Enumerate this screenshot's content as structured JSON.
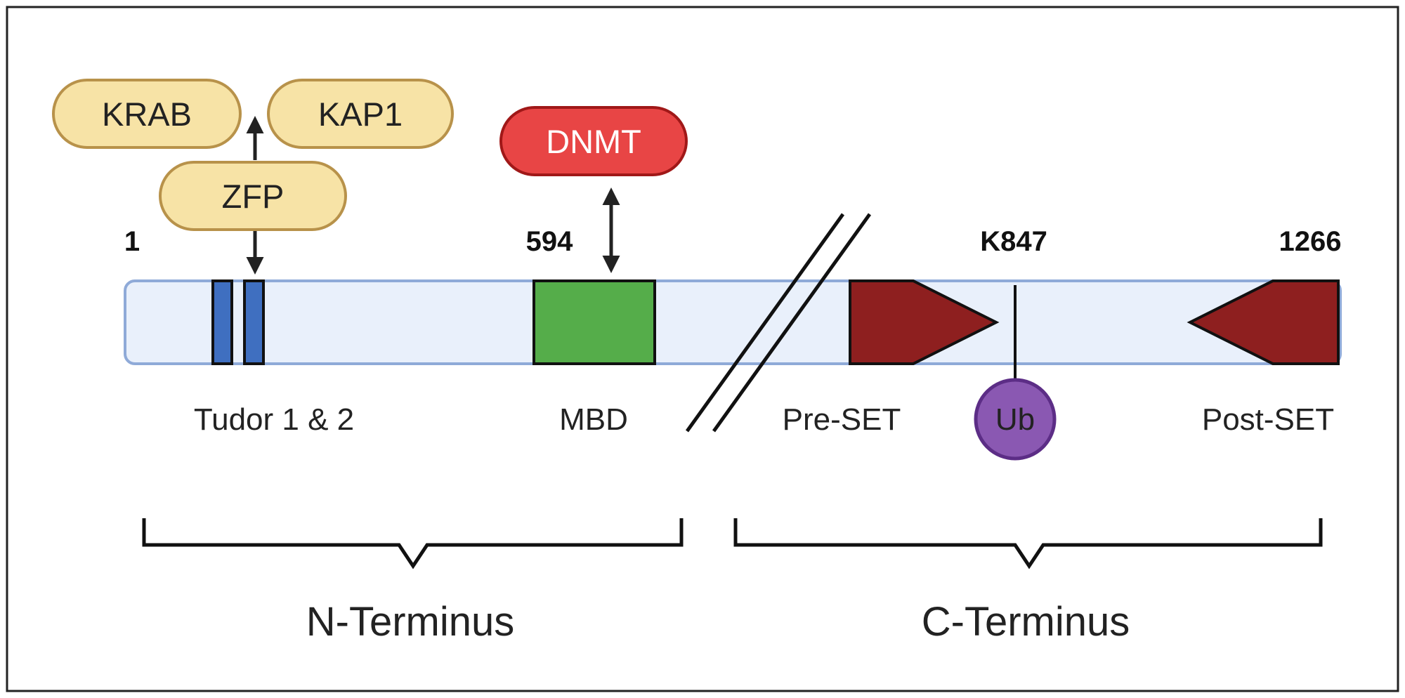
{
  "proteins": {
    "krab": "KRAB",
    "kap1": "KAP1",
    "zfp": "ZFP",
    "dnmt": "DNMT"
  },
  "positions": {
    "start": "1",
    "mbd_start": "594",
    "ubiquitination_site": "K847",
    "end": "1266"
  },
  "domains": {
    "tudor": "Tudor 1 & 2",
    "mbd": "MBD",
    "pre_set": "Pre-SET",
    "post_set": "Post-SET"
  },
  "modification": {
    "label": "Ub"
  },
  "regions": {
    "n_terminus": "N-Terminus",
    "c_terminus": "C-Terminus"
  },
  "colors": {
    "pill_fill": "#f7e3a6",
    "pill_stroke": "#b8924a",
    "dnmt_fill": "#e84545",
    "dnmt_stroke": "#a01818",
    "protein_bar_fill": "#e9f0fb",
    "protein_bar_stroke": "#8faad8",
    "tudor_fill": "#3f6fc0",
    "mbd_fill": "#55ad4a",
    "set_fill": "#8e1f1f",
    "ub_fill": "#8a58b2",
    "ub_stroke": "#5c2d86"
  }
}
